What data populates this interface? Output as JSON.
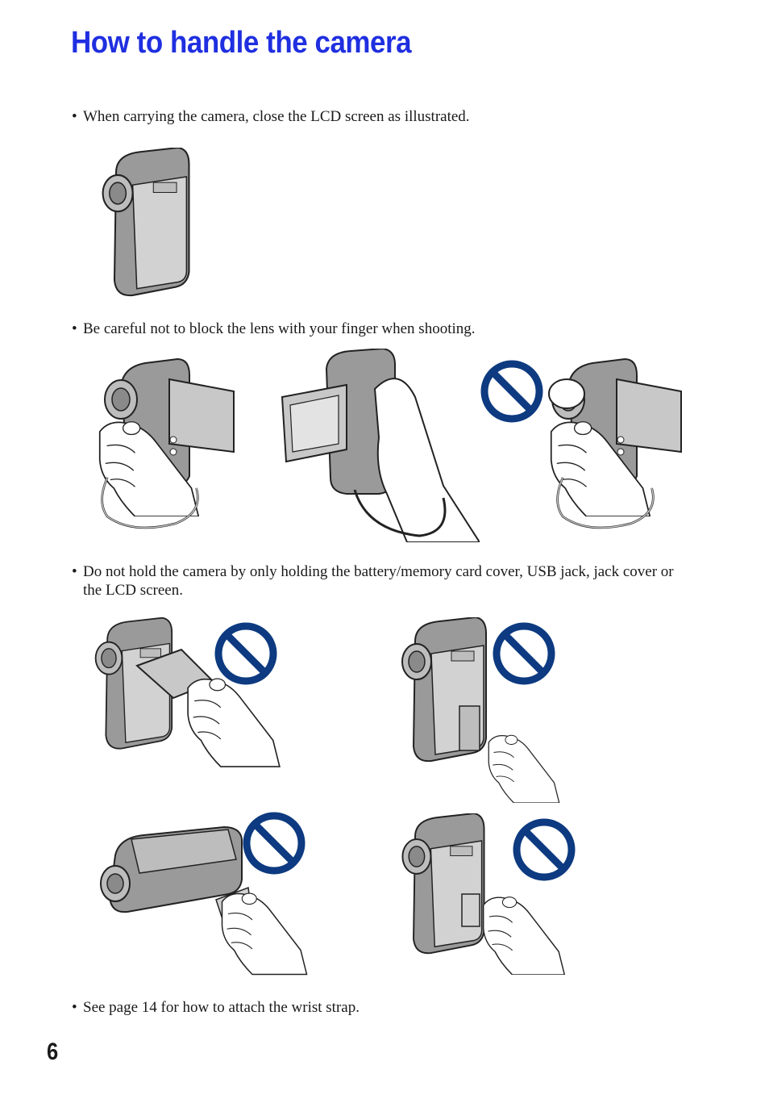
{
  "page": {
    "title": "How to handle the camera",
    "page_number": "6"
  },
  "colors": {
    "title": "#1f2fe0",
    "prohibition": "#0d3a80",
    "camera_body": "#9a9a9a",
    "camera_light": "#d2d2d2"
  },
  "bullets": [
    {
      "marker": "•",
      "text": "When carrying the camera, close the LCD screen as illustrated."
    },
    {
      "marker": "•",
      "text": "Be careful not to block the lens with your finger when shooting."
    },
    {
      "marker": "•",
      "text": "Do not hold the camera by only holding the battery/memory card cover, USB jack, jack cover or the LCD screen."
    },
    {
      "marker": "•",
      "text": "See page 14 for how to attach the wrist strap."
    }
  ],
  "figures": {
    "closed_camera": {
      "icon": "camera-closed-icon"
    },
    "correct_grip_front": {
      "icon": "hand-holding-camera-icon"
    },
    "correct_grip_back": {
      "icon": "hand-holding-camera-icon"
    },
    "blocked_lens": {
      "icon": "finger-over-lens-icon",
      "prohibited": true
    },
    "hold_lcd": {
      "icon": "hand-holding-lcd-icon",
      "prohibited": true
    },
    "hold_usb": {
      "icon": "hand-holding-usb-icon",
      "prohibited": true
    },
    "hold_battery_cover": {
      "icon": "hand-holding-battery-cover-icon",
      "prohibited": true
    },
    "hold_jack_cover": {
      "icon": "hand-holding-jack-cover-icon",
      "prohibited": true
    }
  }
}
